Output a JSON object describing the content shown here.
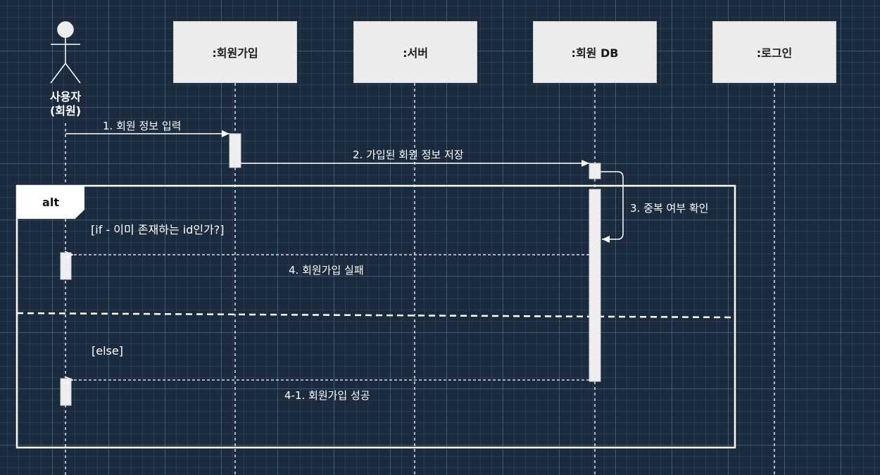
{
  "actor": {
    "name": "사용자",
    "sub": "(회원)"
  },
  "lifelines": [
    {
      "id": "signup",
      "label": ":회원가입"
    },
    {
      "id": "server",
      "label": ":서버"
    },
    {
      "id": "memberdb",
      "label": ":회원 DB"
    },
    {
      "id": "login",
      "label": ":로그인"
    }
  ],
  "messages": {
    "m1": "1. 회원 정보 입력",
    "m2": "2. 가입된 회원 정보 저장",
    "m3": "3. 중복 여부 확인",
    "m4": "4. 회원가입 실패",
    "m41": "4-1. 회원가입 성공"
  },
  "fragment": {
    "operator": "alt",
    "guard_if": "[if - 이미 존재하는 id인가?]",
    "guard_else": "[else]"
  },
  "colors": {
    "background": "#1b2b3d",
    "box_fill": "#ececec",
    "line": "#ffffff",
    "activation": "#eeeeee"
  }
}
